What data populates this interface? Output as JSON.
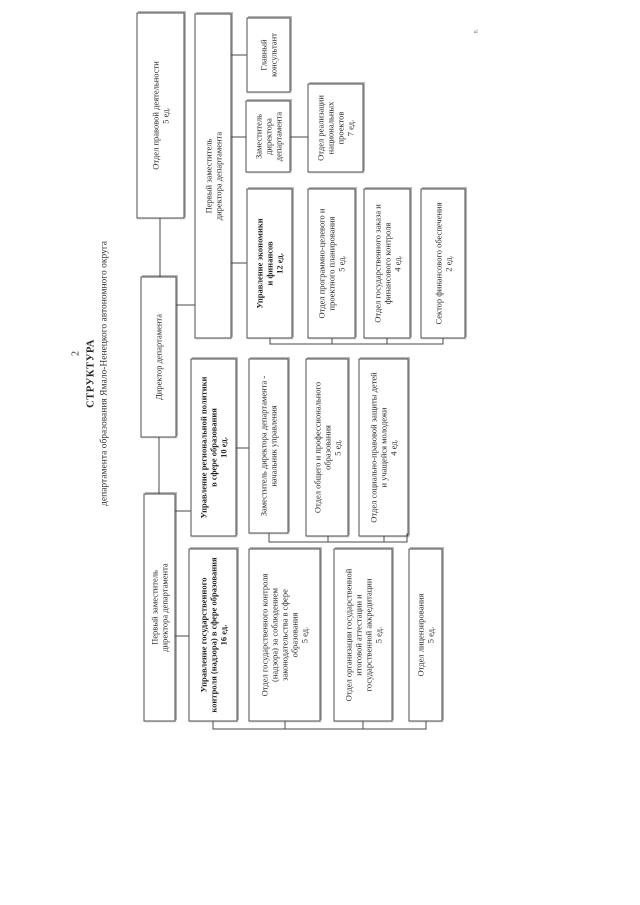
{
  "page": {
    "number": "2",
    "stray_mark": "в."
  },
  "title": {
    "heading": "СТРУКТУРА",
    "subtitle": "департамента образования Ямало-Ненецкого автономного округа"
  },
  "boxes": {
    "director": {
      "label": "Директор департамента"
    },
    "legal_dept": {
      "label": "Отдел правовой деятельности\n5 ед."
    },
    "first_deputy_right": {
      "label": "Первый заместитель\nдиректора департамента"
    },
    "chief_consultant": {
      "label": "Главный\nконсультант"
    },
    "deputy_director": {
      "label": "Заместитель\nдиректора\nдепартамента"
    },
    "national_projects": {
      "label": "Отдел реализации\nнациональных\nпроектов\n7 ед."
    },
    "economics_mgmt": {
      "label": "Управление экономики\nи финансов\n12 ед."
    },
    "program_planning": {
      "label": "Отдел программно-целевого и\nпроектного планирования\n5 ед."
    },
    "state_order": {
      "label": "Отдел государственного заказа и\nфинансового контроля\n4 ед."
    },
    "finance_sector": {
      "label": "Сектор финансового обеспечения\n2 ед."
    },
    "regional_policy_mgmt": {
      "label": "Управление региональной политики\nв сфере образования\n10 ед."
    },
    "deputy_head_mgmt": {
      "label": "Заместитель директора департамента -\nначальник управления"
    },
    "general_professional_edu": {
      "label": "Отдел общего и профессионального\nобразования\n5 ед."
    },
    "social_legal_protection": {
      "label": "Отдел социально-правовой защиты детей\nи учащейся молодежи\n4 ед."
    },
    "first_deputy_left": {
      "label": "Первый заместитель\nдиректора департамента"
    },
    "state_control_mgmt": {
      "label": "Управление государственного\nконтроля (надзора) в сфере образования\n16 ед."
    },
    "state_control_dept": {
      "label": "Отдел государственного контроля\n(надзора) за соблюдением\nзаконодательства в сфере\nобразования\n5 ед."
    },
    "attestation_dept": {
      "label": "Отдел организации государственной\nитоговой аттестации и\nгосударственной аккредитации\n5 ед."
    },
    "licensing_dept": {
      "label": "Отдел лицензирования\n5 ед."
    }
  },
  "colors": {
    "paper": "#ffffff",
    "ink": "#2b2b2b",
    "box_border": "#4f4f4f",
    "scan_shadow": "#9e9e9e"
  }
}
